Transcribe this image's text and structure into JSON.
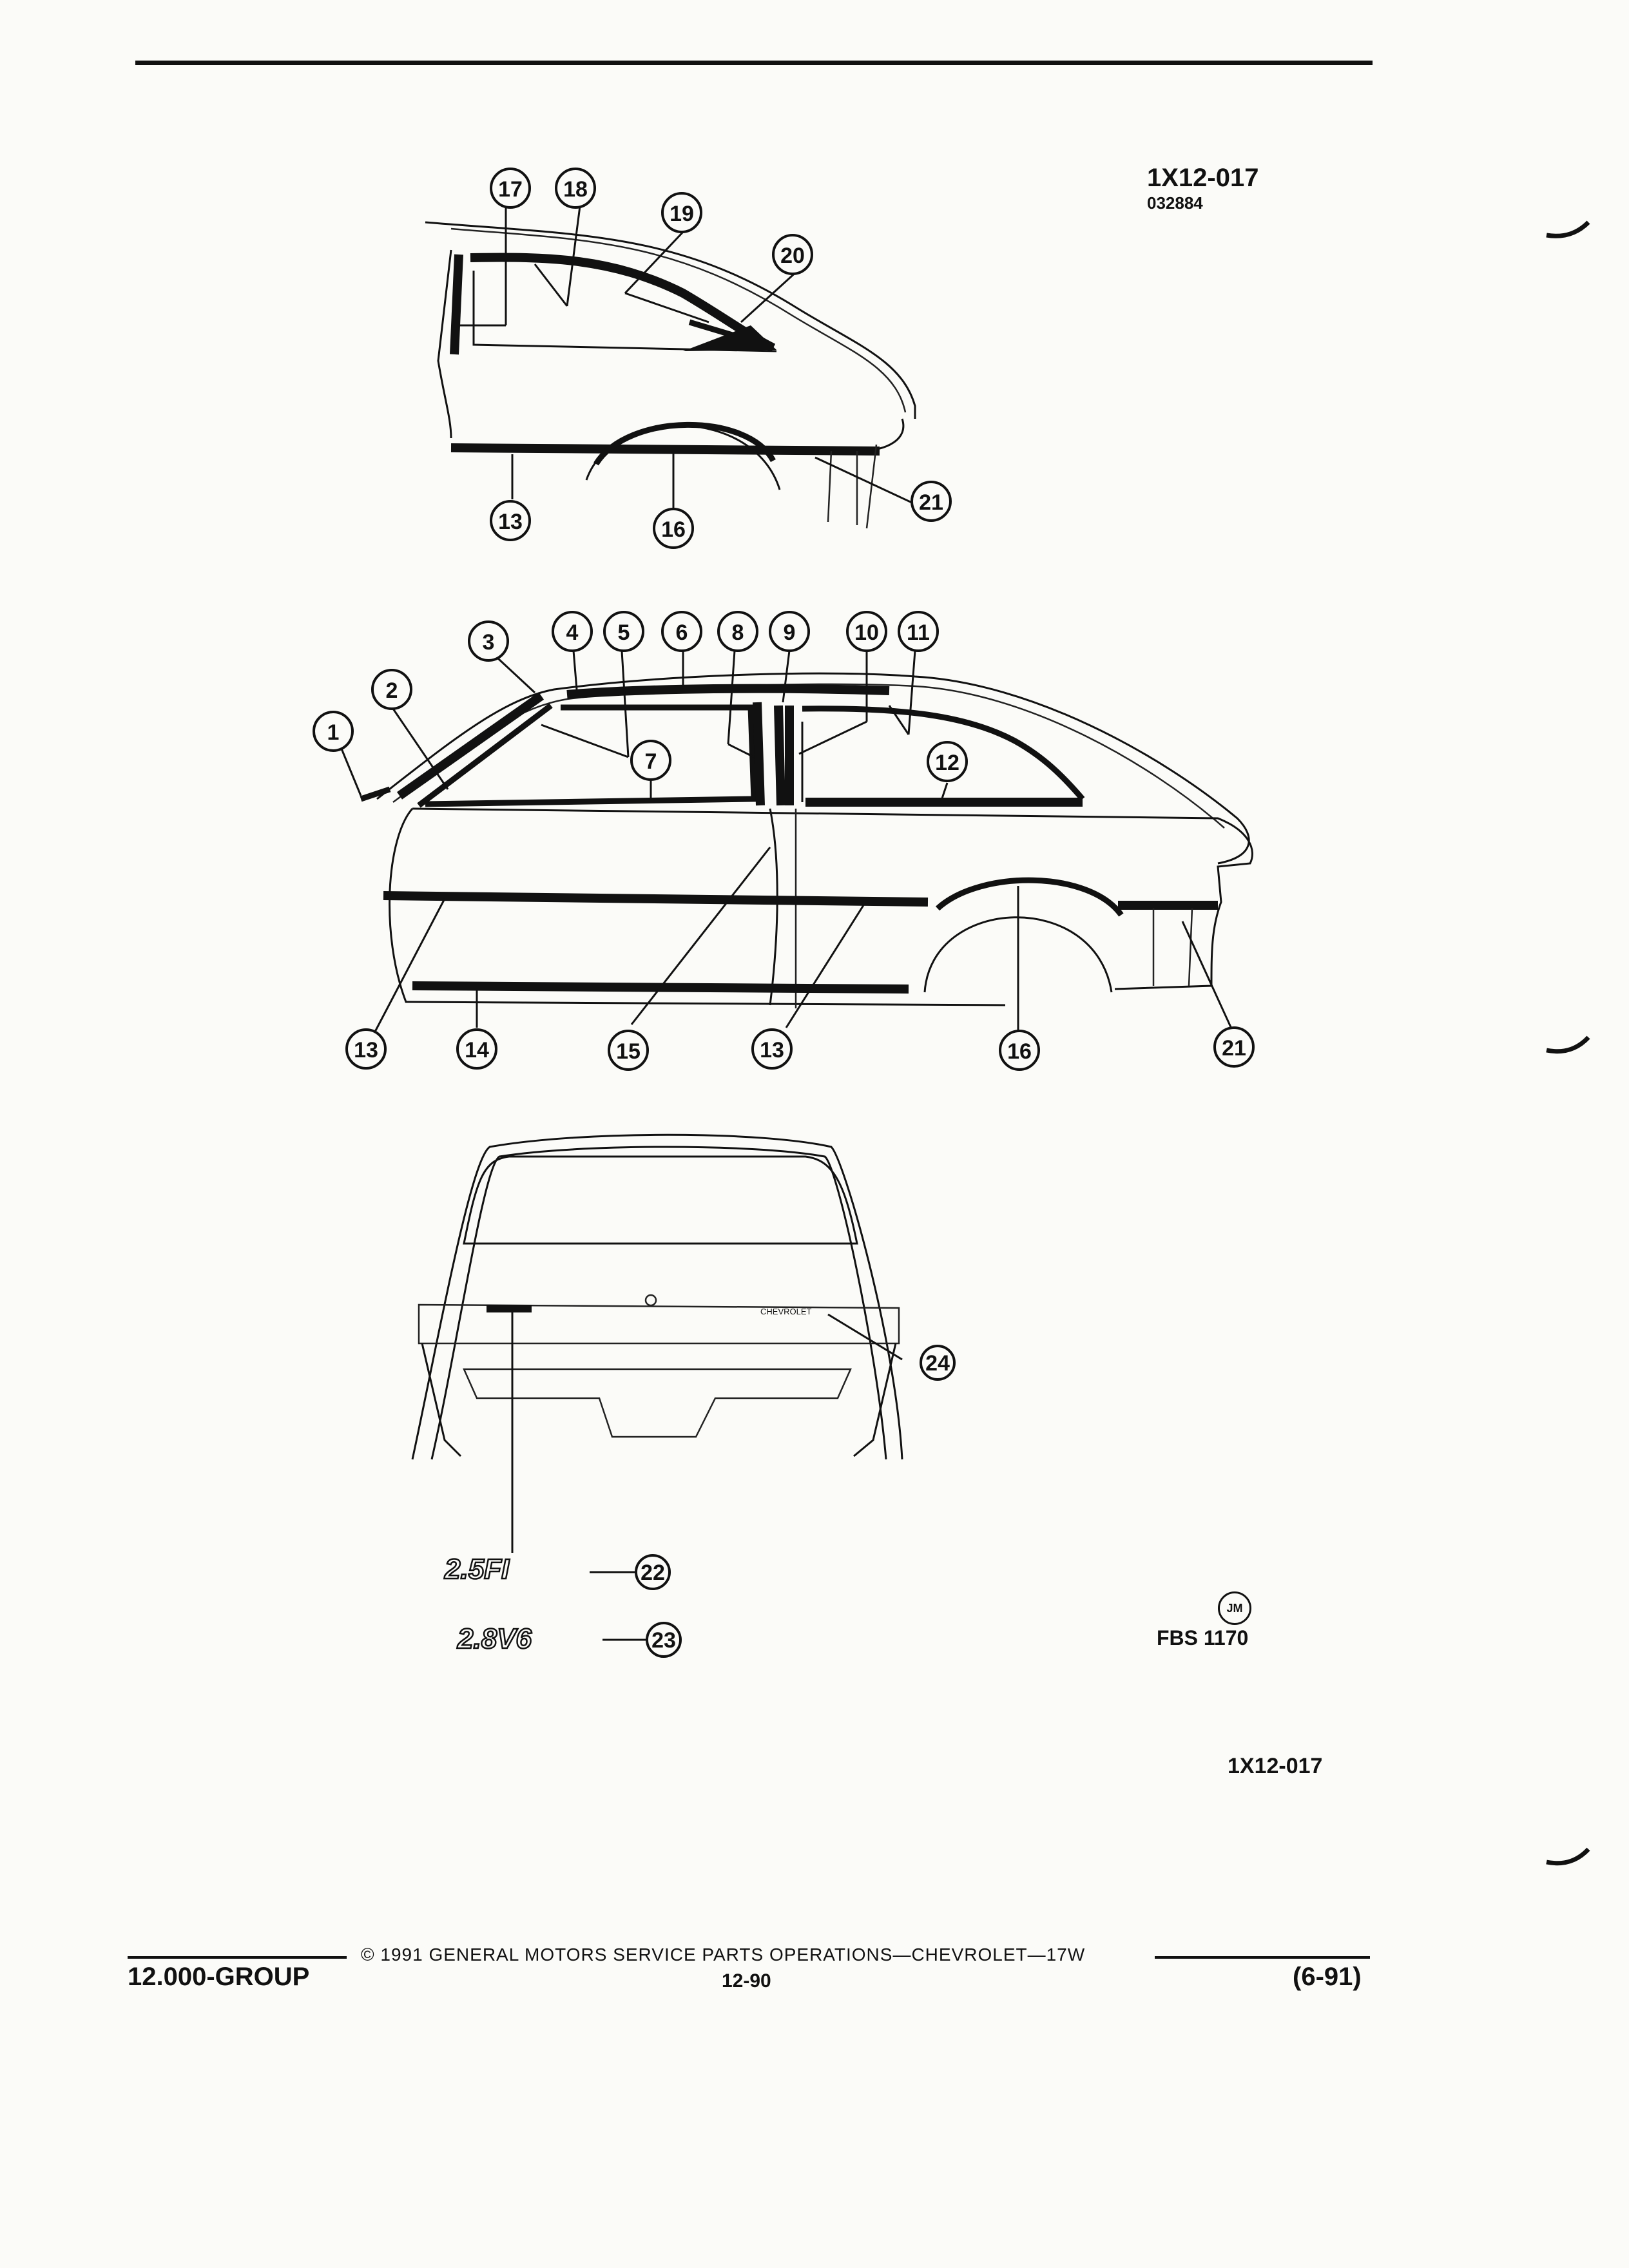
{
  "figure": {
    "code_top": "1X12-017",
    "sub_code": "032884",
    "code_bottom": "1X12-017",
    "artist_mark": "JM",
    "fbs": "FBS 1170"
  },
  "footer": {
    "group": "12.000-GROUP",
    "copyright": "© 1991 GENERAL MOTORS SERVICE PARTS OPERATIONS—CHEVROLET—17W",
    "page": "12-90",
    "date": "(6-91)"
  },
  "badges": {
    "b22": "2.5FI",
    "b23": "2.8V6",
    "rear_script": "CHEVROLET"
  },
  "callouts": {
    "c1": "1",
    "c2": "2",
    "c3": "3",
    "c4": "4",
    "c5": "5",
    "c6": "6",
    "c7": "7",
    "c8": "8",
    "c9": "9",
    "c10": "10",
    "c11": "11",
    "c12": "12",
    "c13a": "13",
    "c13b": "13",
    "c13c": "13",
    "c14": "14",
    "c15": "15",
    "c16a": "16",
    "c16b": "16",
    "c17": "17",
    "c18": "18",
    "c19": "19",
    "c20": "20",
    "c21a": "21",
    "c21b": "21",
    "c22": "22",
    "c23": "23",
    "c24": "24"
  }
}
